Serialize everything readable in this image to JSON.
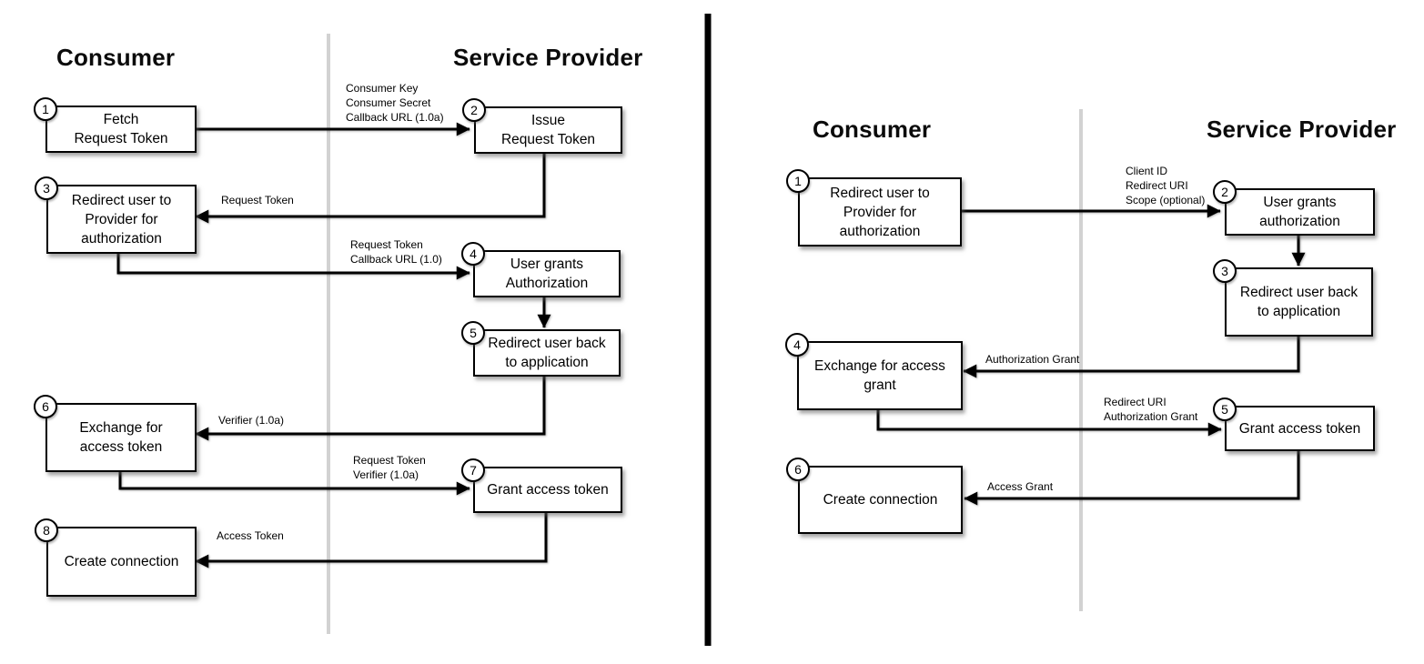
{
  "colors": {
    "line": "#000000",
    "lane_divider": "#d2d2d2",
    "box_fill": "#ffffff",
    "text": "#000000"
  },
  "left": {
    "consumer_title": "Consumer",
    "provider_title": "Service Provider",
    "boxes": [
      {
        "num": "1",
        "label": "Fetch\nRequest Token"
      },
      {
        "num": "2",
        "label": "Issue\nRequest Token"
      },
      {
        "num": "3",
        "label": "Redirect user to\nProvider for\nauthorization"
      },
      {
        "num": "4",
        "label": "User grants\nAuthorization"
      },
      {
        "num": "5",
        "label": "Redirect user back\nto application"
      },
      {
        "num": "6",
        "label": "Exchange for\naccess token"
      },
      {
        "num": "7",
        "label": "Grant access token"
      },
      {
        "num": "8",
        "label": "Create connection"
      }
    ],
    "arrow_labels": [
      "Consumer Key\nConsumer Secret\nCallback URL (1.0a)",
      "Request Token",
      "Request Token\nCallback URL (1.0)",
      "Verifier (1.0a)",
      "Request Token\nVerifier (1.0a)",
      "Access Token"
    ]
  },
  "right": {
    "consumer_title": "Consumer",
    "provider_title": "Service Provider",
    "boxes": [
      {
        "num": "1",
        "label": "Redirect user to\nProvider for\nauthorization"
      },
      {
        "num": "2",
        "label": "User grants\nauthorization"
      },
      {
        "num": "3",
        "label": "Redirect user back\nto application"
      },
      {
        "num": "4",
        "label": "Exchange for access\ngrant"
      },
      {
        "num": "5",
        "label": "Grant access token"
      },
      {
        "num": "6",
        "label": "Create connection"
      }
    ],
    "arrow_labels": [
      "Client ID\nRedirect URI\nScope (optional)",
      "Authorization Grant",
      "Redirect URI\nAuthorization Grant",
      "Access Grant"
    ]
  }
}
